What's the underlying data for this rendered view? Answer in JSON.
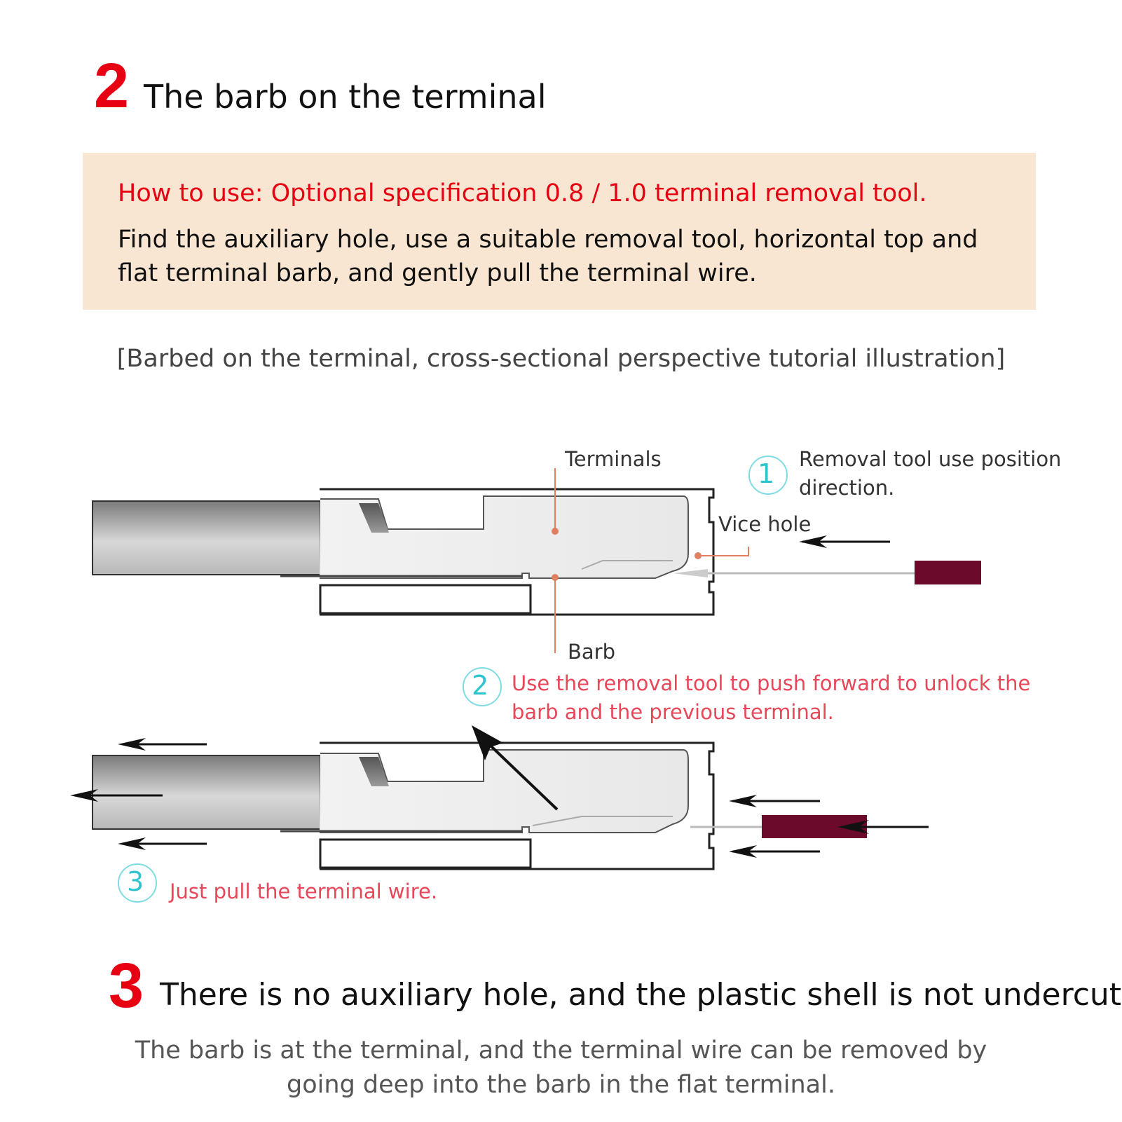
{
  "section2": {
    "number": "2",
    "title": "The barb on the terminal"
  },
  "howto": {
    "heading": "How to use: Optional specification 0.8 / 1.0 terminal removal tool.",
    "body": "Find the auxiliary hole, use a suitable removal tool, horizontal top and flat terminal barb, and gently pull the terminal wire."
  },
  "caption": "[Barbed on the terminal, cross-sectional perspective tutorial illustration]",
  "diagram": {
    "labels": {
      "terminals": "Terminals",
      "vice_hole": "Vice hole",
      "barb": "Barb"
    },
    "steps": [
      {
        "number": "1",
        "text_line1": "Removal tool use position",
        "text_line2": "direction."
      },
      {
        "number": "2",
        "text_line1": "Use the removal tool to push forward to unlock the",
        "text_line2": "barb and the previous terminal."
      },
      {
        "number": "3",
        "text_line1": "Just pull the terminal wire."
      }
    ],
    "colors": {
      "tool_handle": "#6b0a2a",
      "leader_line": "#e08060",
      "step_number": "#2ec4cf",
      "step_text_red": "#e8475a"
    }
  },
  "section3": {
    "number": "3",
    "title": "There is no auxiliary hole, and the plastic shell is not undercut",
    "body_line1": "The barb is at the terminal, and the terminal wire can be removed by",
    "body_line2": "going deep into the barb in the flat terminal."
  },
  "colors": {
    "accent_red": "#e60012",
    "box_background": "#f8e6d2"
  }
}
